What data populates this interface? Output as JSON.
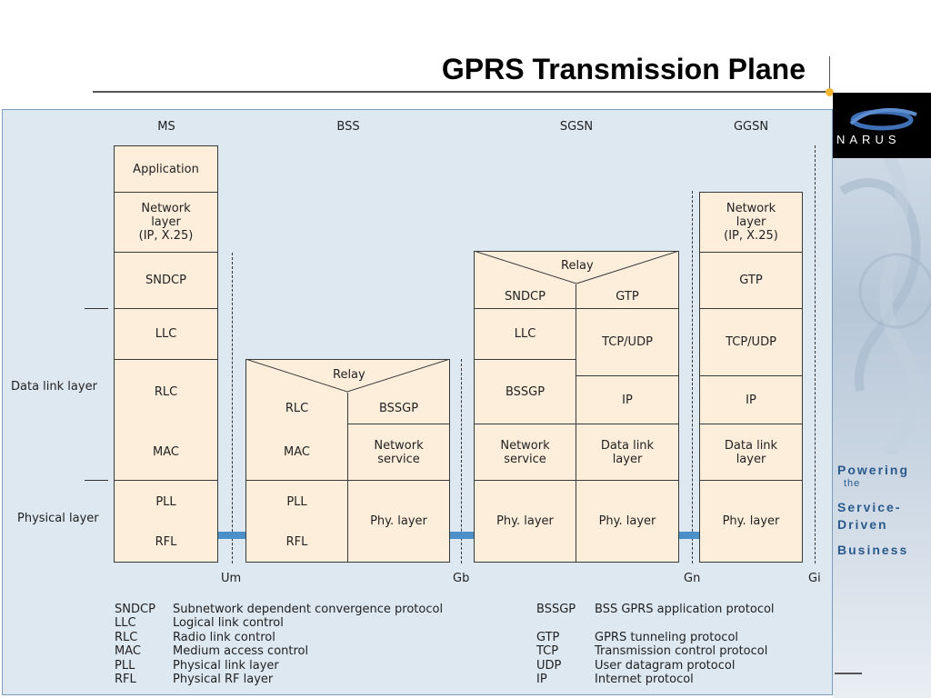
{
  "title": "GPRS Transmission Plane",
  "brand": {
    "logo": "NARUS",
    "tagline": [
      "Powering",
      "the",
      "Service-",
      "Driven",
      "Business"
    ]
  },
  "diagram": {
    "nodes": {
      "ms": "MS",
      "bss": "BSS",
      "sgsn": "SGSN",
      "ggsn": "GGSN"
    },
    "side_labels": {
      "data_link": "Data link layer",
      "physical": "Physical layer"
    },
    "interfaces": {
      "um": "Um",
      "gb": "Gb",
      "gn": "Gn",
      "gi": "Gi"
    },
    "ms_stack": {
      "application": "Application",
      "network_l1": "Network",
      "network_l2": "layer",
      "network_l3": "(IP, X.25)",
      "sndcp": "SNDCP",
      "llc": "LLC",
      "rlc": "RLC",
      "mac": "MAC",
      "pll": "PLL",
      "rfl": "RFL"
    },
    "bss_stack": {
      "relay": "Relay",
      "rlc": "RLC",
      "bssgp": "BSSGP",
      "mac": "MAC",
      "ns_l1": "Network",
      "ns_l2": "service",
      "pll": "PLL",
      "rfl": "RFL",
      "phy": "Phy. layer"
    },
    "sgsn_stack": {
      "relay": "Relay",
      "sndcp": "SNDCP",
      "gtp": "GTP",
      "llc": "LLC",
      "tcpudp": "TCP/UDP",
      "bssgp": "BSSGP",
      "ip": "IP",
      "ns_l1": "Network",
      "ns_l2": "service",
      "dl_l1": "Data link",
      "dl_l2": "layer",
      "phy_left": "Phy. layer",
      "phy_right": "Phy. layer"
    },
    "ggsn_stack": {
      "network_l1": "Network",
      "network_l2": "layer",
      "network_l3": "(IP, X.25)",
      "gtp": "GTP",
      "tcpudp": "TCP/UDP",
      "ip": "IP",
      "dl_l1": "Data link",
      "dl_l2": "layer",
      "phy": "Phy. layer"
    }
  },
  "legend_left": [
    {
      "abbr": "SNDCP",
      "desc": "Subnetwork dependent convergence protocol"
    },
    {
      "abbr": "LLC",
      "desc": "Logical link control"
    },
    {
      "abbr": "RLC",
      "desc": "Radio link control"
    },
    {
      "abbr": "MAC",
      "desc": "Medium access control"
    },
    {
      "abbr": "PLL",
      "desc": "Physical link layer"
    },
    {
      "abbr": "RFL",
      "desc": "Physical RF layer"
    }
  ],
  "legend_right": [
    {
      "abbr": "BSSGP",
      "desc": "BSS GPRS application protocol"
    },
    {
      "abbr": "GTP",
      "desc": "GPRS tunneling protocol"
    },
    {
      "abbr": "TCP",
      "desc": "Transmission control protocol"
    },
    {
      "abbr": "UDP",
      "desc": "User datagram protocol"
    },
    {
      "abbr": "IP",
      "desc": "Internet protocol"
    }
  ]
}
